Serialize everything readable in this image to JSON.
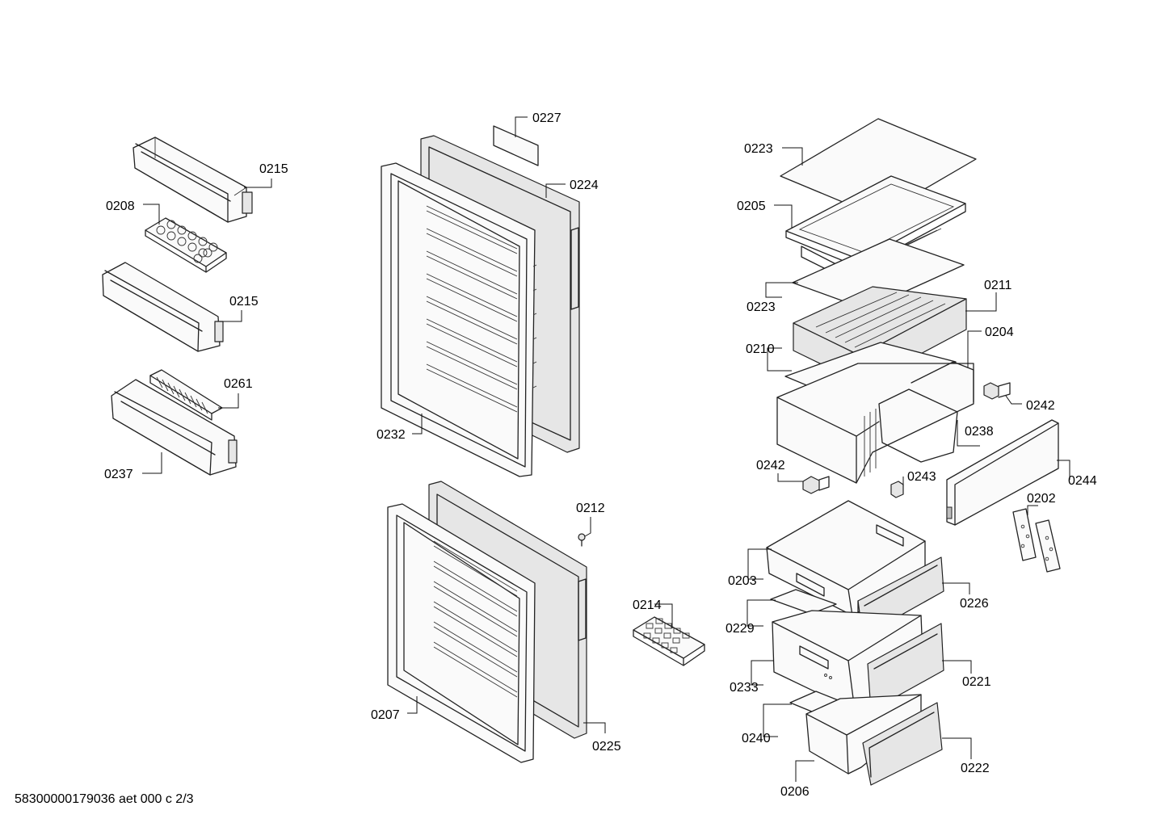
{
  "document_number": "58300000179036 aet 000 c 2/3",
  "labels": {
    "l0215a": "0215",
    "l0208": "0208",
    "l0215b": "0215",
    "l0261": "0261",
    "l0237": "0237",
    "l0227": "0227",
    "l0224": "0224",
    "l0232": "0232",
    "l0212": "0212",
    "l0214": "0214",
    "l0207": "0207",
    "l0225": "0225",
    "l0223a": "0223",
    "l0205": "0205",
    "l0223b": "0223",
    "l0211": "0211",
    "l0210": "0210",
    "l0204": "0204",
    "l0242a": "0242",
    "l0238": "0238",
    "l0242b": "0242",
    "l0243": "0243",
    "l0244": "0244",
    "l0202": "0202",
    "l0203": "0203",
    "l0226": "0226",
    "l0229": "0229",
    "l0233": "0233",
    "l0221": "0221",
    "l0240": "0240",
    "l0222": "0222",
    "l0206": "0206"
  }
}
